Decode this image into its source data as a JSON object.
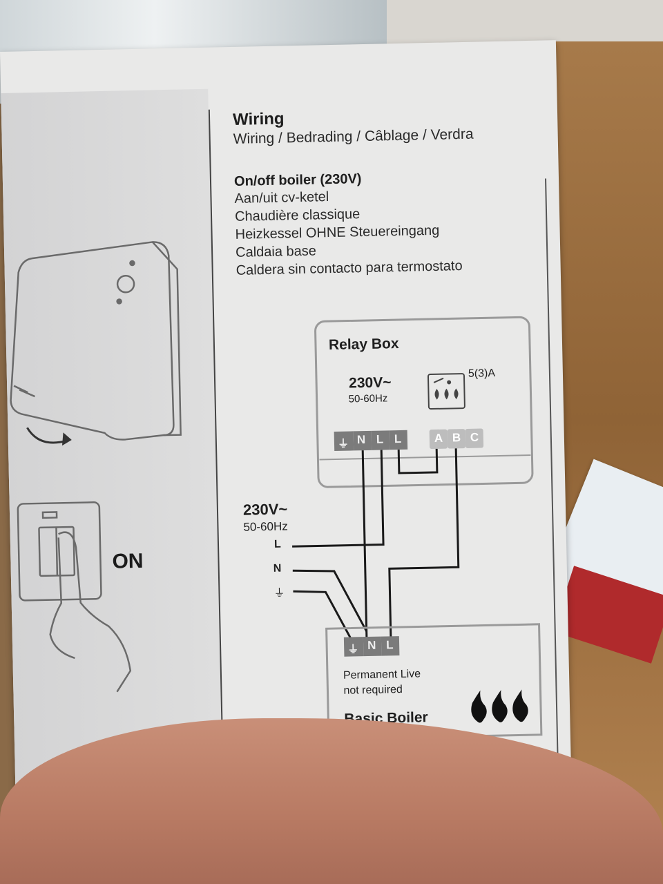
{
  "manual": {
    "section_title": "Wiring",
    "section_translations": "Wiring / Bedrading / Câblage / Verdra",
    "boiler_title": "On/off boiler (230V)",
    "boiler_lines": [
      "Aan/uit cv-ketel",
      "Chaudière classique",
      "Heizkessel OHNE Steuereingang",
      "Caldaia base",
      "Caldera sin contacto para termostato"
    ],
    "left_panel": {
      "on_label": "ON"
    }
  },
  "diagram": {
    "relay_box": {
      "title": "Relay Box",
      "voltage": "230V~",
      "frequency": "50-60Hz",
      "relay_rating": "5(3)A",
      "terminals": [
        "⏚",
        "N",
        "L",
        "L",
        "A",
        "B",
        "C"
      ]
    },
    "mains": {
      "voltage": "230V~",
      "frequency": "50-60Hz",
      "lines": [
        "L",
        "N",
        "⏚"
      ]
    },
    "boiler": {
      "terminals": [
        "⏚",
        "N",
        "L"
      ],
      "note_line1": "Permanent Live",
      "note_line2": "not required",
      "title": "Basic Boiler"
    }
  },
  "colors": {
    "paper": "#e9e9e8",
    "ink": "#1e1e1e",
    "box_border": "#9a9a9a",
    "terminal_dark": "#7b7b7b",
    "terminal_light": "#bdbdbd"
  }
}
